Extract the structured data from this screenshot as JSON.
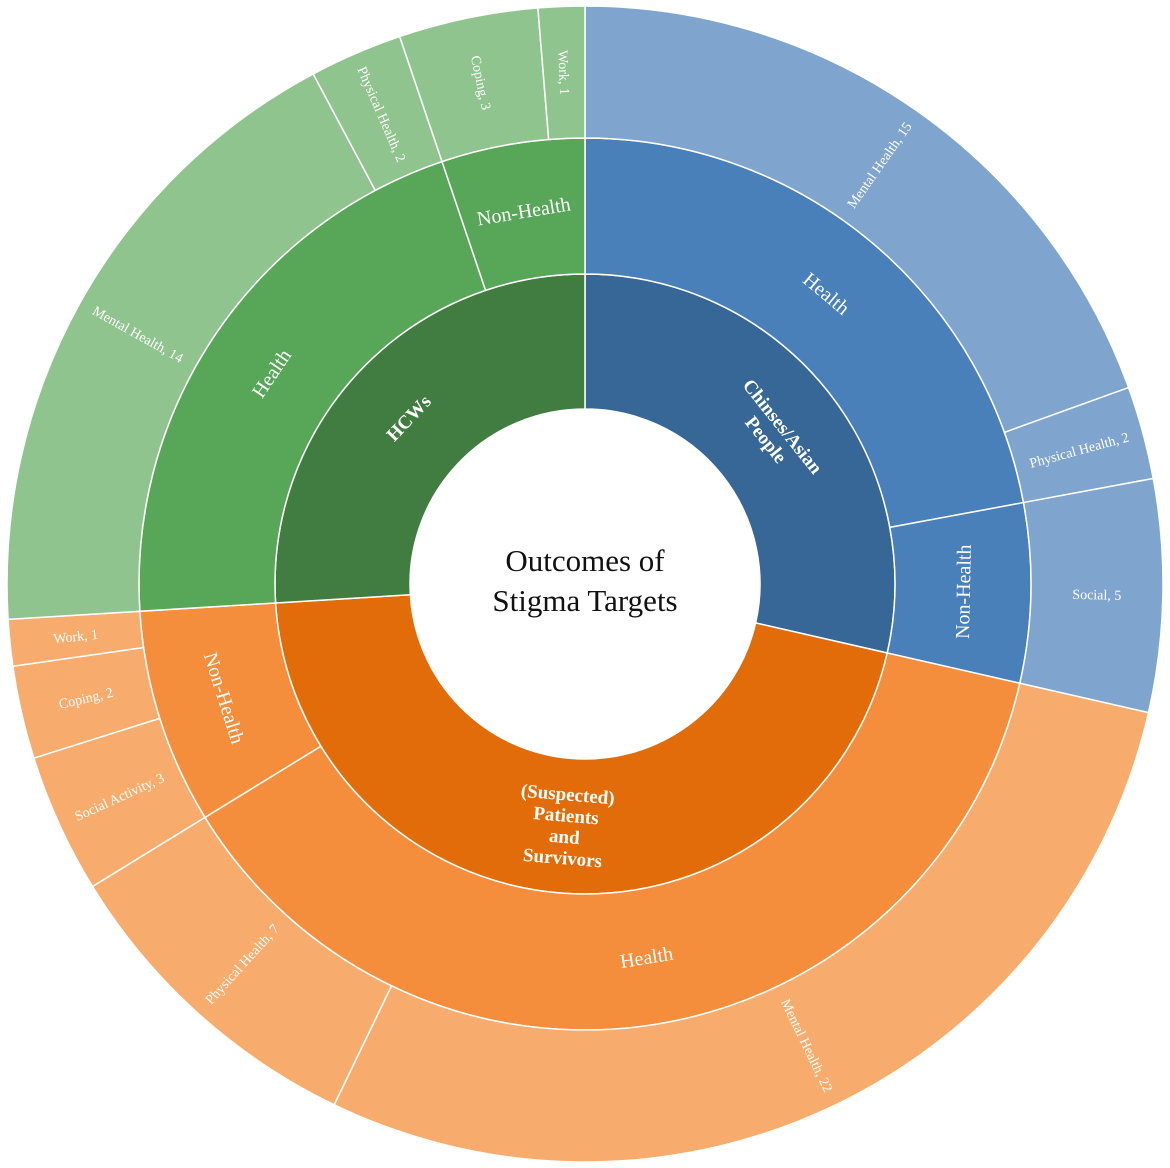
{
  "chart_data": {
    "type": "sunburst",
    "center_label": [
      "Outcomes of",
      "Stigma Targets"
    ],
    "colors": {
      "green": [
        "#417c41",
        "#58a758",
        "#90c48e"
      ],
      "blue": [
        "#376796",
        "#4a80b9",
        "#7fa5cf"
      ],
      "orange": [
        "#e36c0a",
        "#f48d3c",
        "#f7ac6d"
      ]
    },
    "groups": [
      {
        "name": "Chinses/Asian People",
        "label_lines": [
          "Chinses/Asian",
          "People"
        ],
        "palette": "blue",
        "children": [
          {
            "name": "Health",
            "children": [
              {
                "label": "Mental Health, 15",
                "value": 15
              },
              {
                "label": "Physical Health, 2",
                "value": 2
              }
            ]
          },
          {
            "name": "Non-Health",
            "children": [
              {
                "label": "Social, 5",
                "value": 5
              }
            ]
          }
        ]
      },
      {
        "name": "(Suspected) Patients and Survivors",
        "label_lines": [
          "(Suspected)",
          "Patients",
          "and",
          "Survivors"
        ],
        "palette": "orange",
        "children": [
          {
            "name": "Health",
            "children": [
              {
                "label": "Mental Health, 22",
                "value": 22
              },
              {
                "label": "Physical Health, 7",
                "value": 7
              }
            ]
          },
          {
            "name": "Non-Health",
            "children": [
              {
                "label": "Social Activity, 3",
                "value": 3
              },
              {
                "label": "Coping, 2",
                "value": 2
              },
              {
                "label": "Work, 1",
                "value": 1
              }
            ]
          }
        ]
      },
      {
        "name": "HCWs",
        "label_lines": [
          "HCWs"
        ],
        "palette": "green",
        "children": [
          {
            "name": "Health",
            "children": [
              {
                "label": "Mental Health, 14",
                "value": 14
              },
              {
                "label": "Physical Health, 2",
                "value": 2
              }
            ]
          },
          {
            "name": "Non-Health",
            "children": [
              {
                "label": "Coping, 3",
                "value": 3
              },
              {
                "label": "Work, 1",
                "value": 1
              }
            ]
          }
        ]
      }
    ]
  }
}
